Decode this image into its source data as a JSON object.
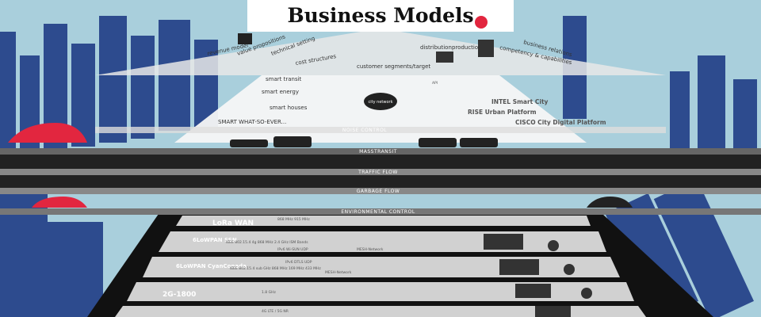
{
  "header": {
    "title": "Business Models"
  },
  "business_model_elements": [
    "revenue model",
    "value propositions",
    "technical setting",
    "cost structures",
    "customer segments/target",
    "distribution",
    "production",
    "competency & capabilities",
    "business relations"
  ],
  "smart_items": [
    "smart transit",
    "smart energy",
    "smart houses",
    "SMART WHAT-SO-EVER..."
  ],
  "city_network": "city network",
  "api_label": "API",
  "platforms": [
    "INTEL Smart City",
    "RISE Urban Platform",
    "CISCO City Digital Platform"
  ],
  "flows": [
    "NOISE CONTROL",
    "MASSTRANSIT",
    "TRAFFIC FLOW",
    "GARBAGE FLOW",
    "ENVIRONMENTAL CONTROL"
  ],
  "networks": [
    {
      "name": "LoRa WAN",
      "spec": "868 MHz  915 MHz"
    },
    {
      "name": "6LoWPAN SSN",
      "spec": "IEEE 802.15.4 4g  868 MHz  2.4 GHz  ISM Bands",
      "protocol": "IPv6 Wi-SUN UDP",
      "mesh": "MESH-Network"
    },
    {
      "name": "6LoWPAN CyanConada",
      "spec": "IEEE 802.15.4  sub GHz  868 MHz  169 MHz  433 MHz",
      "protocol": "IPv6 DTLS UDP",
      "mesh": "MESH-Network"
    },
    {
      "name": "2G-1800",
      "spec": "1.8 GHz"
    },
    {
      "name": "",
      "spec": "4G LTE / 5G NR"
    }
  ],
  "colors": {
    "sky": "#a9cfdc",
    "building": "#2d4b8e",
    "band": "#6b6b6b",
    "accent": "#e2263f"
  }
}
